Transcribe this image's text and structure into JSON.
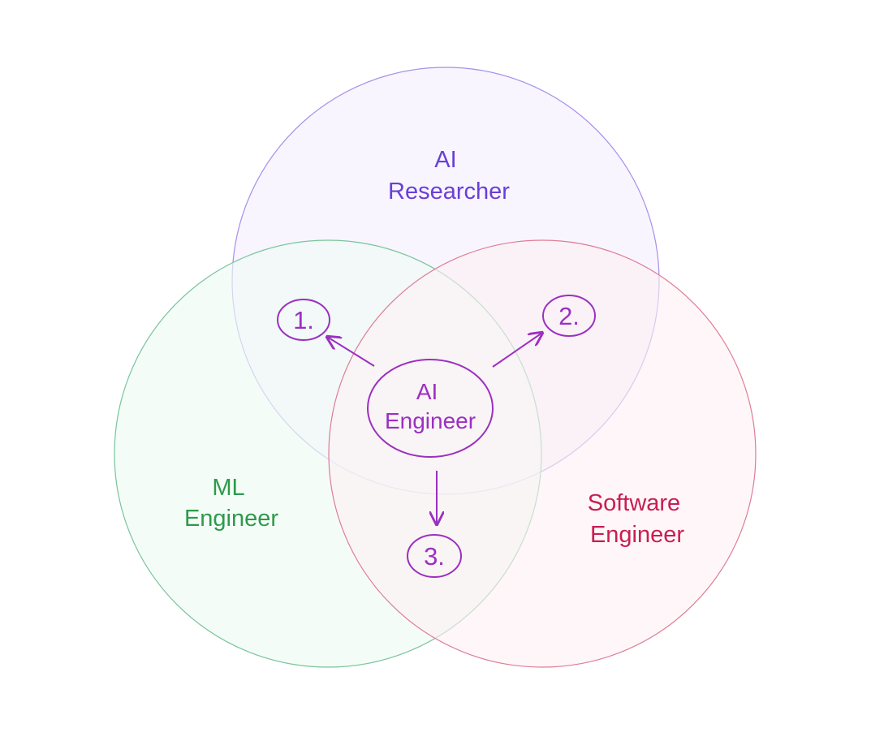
{
  "sets": {
    "ai_researcher": {
      "line1": "AI",
      "line2": "Researcher",
      "color": "#6a3fd6",
      "stroke": "#a98ee8",
      "fill": "#f6f1fd"
    },
    "ml_engineer": {
      "line1": "ML",
      "line2": "Engineer",
      "color": "#2e9a4b",
      "stroke": "#79c49a",
      "fill": "#f0faf6"
    },
    "software_engineer": {
      "line1": "Software",
      "line2": "Engineer",
      "color": "#c81e54",
      "stroke": "#de7d95",
      "fill": "#fdf2f5"
    }
  },
  "center": {
    "line1": "AI",
    "line2": "Engineer",
    "color": "#9b30c0"
  },
  "markers": [
    {
      "label": "1."
    },
    {
      "label": "2."
    },
    {
      "label": "3."
    }
  ]
}
